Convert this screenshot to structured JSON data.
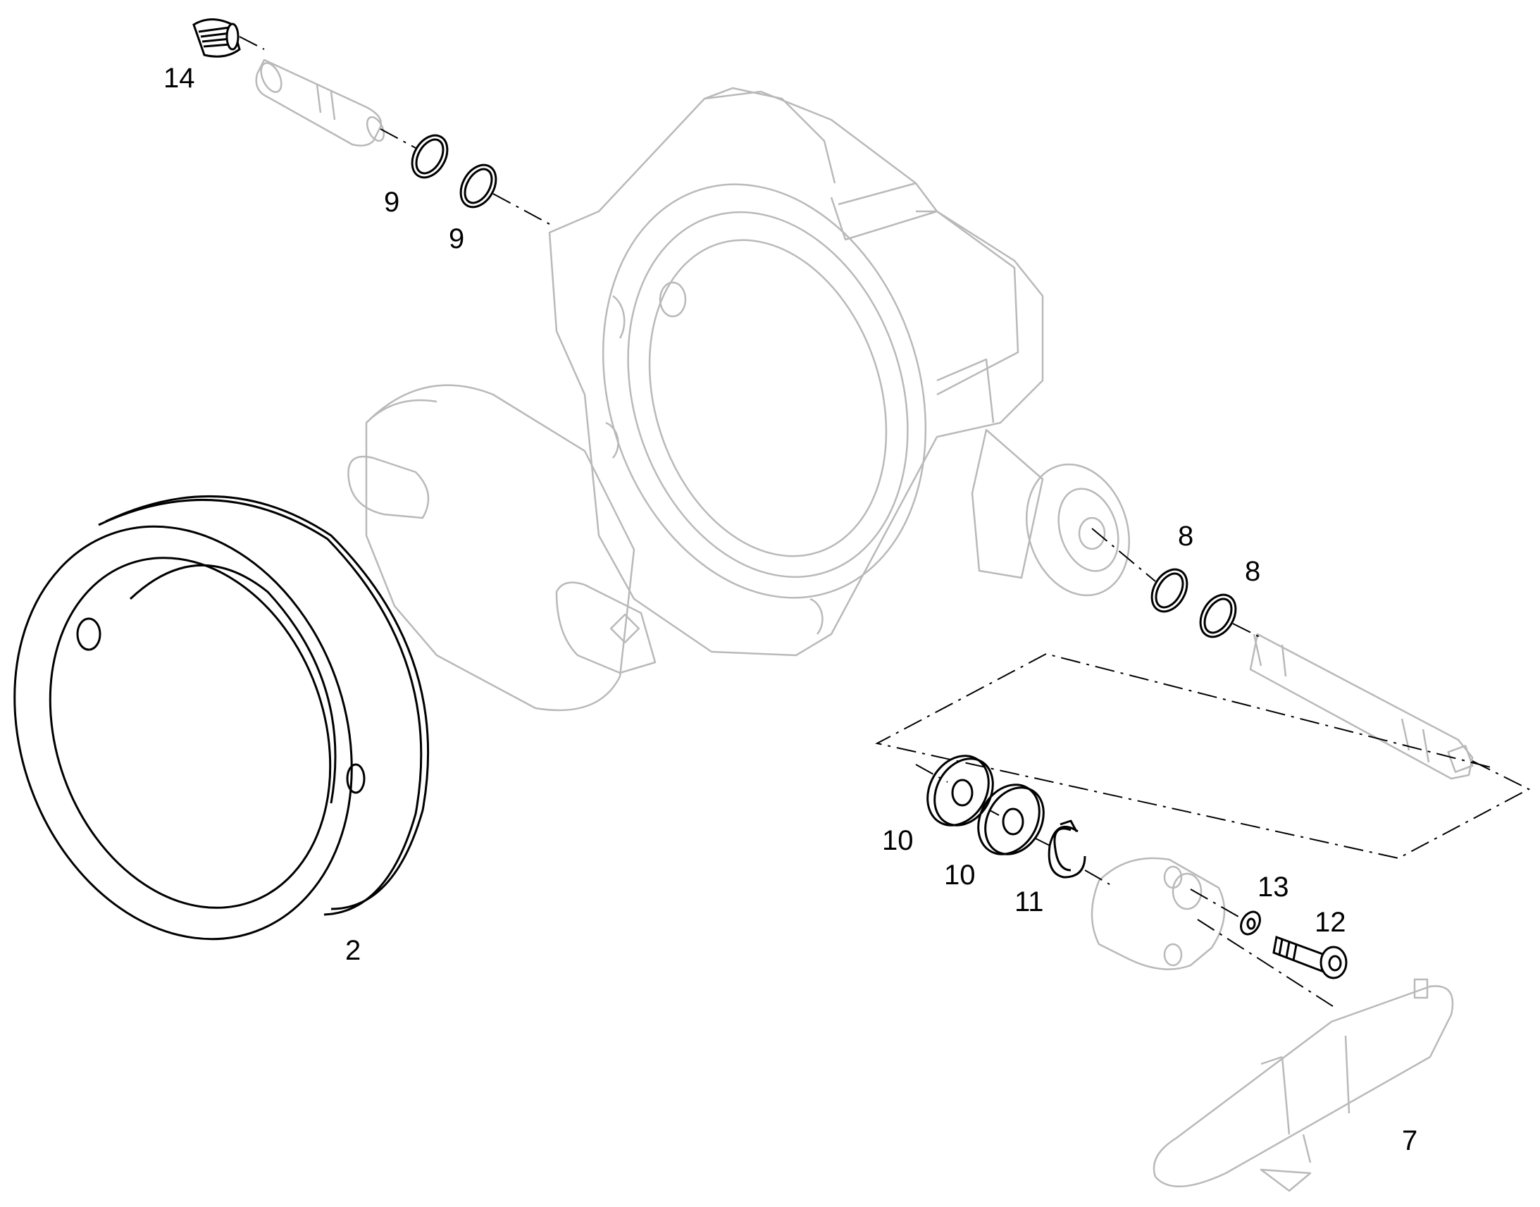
{
  "callouts": {
    "c14": "14",
    "c9a": "9",
    "c9b": "9",
    "c8a": "8",
    "c8b": "8",
    "c2": "2",
    "c10a": "10",
    "c10b": "10",
    "c11": "11",
    "c13": "13",
    "c12": "12",
    "c7": "7"
  }
}
